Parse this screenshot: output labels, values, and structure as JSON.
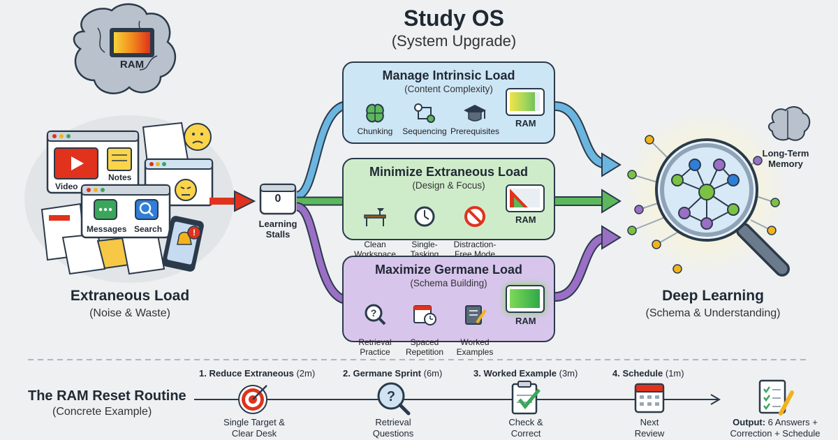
{
  "header": {
    "title": "Study OS",
    "subtitle": "(System Upgrade)"
  },
  "left": {
    "brain_label": "RAM",
    "windows": {
      "video": "Video",
      "notes": "Notes",
      "messages": "Messages",
      "search": "Search"
    },
    "title": "Extraneous Load",
    "subtitle": "(Noise & Waste)"
  },
  "stall": {
    "counter": "0",
    "label_line1": "Learning",
    "label_line2": "Stalls"
  },
  "boxes": {
    "intrinsic": {
      "title": "Manage Intrinsic Load",
      "subtitle": "(Content Complexity)",
      "items": [
        {
          "label": "Chunking",
          "icon": "brain-grid-icon"
        },
        {
          "label": "Sequencing",
          "icon": "sequence-icon"
        },
        {
          "label": "Prerequisites",
          "icon": "graduation-cap-icon"
        }
      ],
      "ram": "RAM"
    },
    "extraneous": {
      "title": "Minimize Extraneous Load",
      "subtitle": "(Design & Focus)",
      "items": [
        {
          "label": "Clean\nWorkspace",
          "icon": "desk-icon"
        },
        {
          "label": "Single-\nTasking",
          "icon": "clock-icon"
        },
        {
          "label": "Distraction-\nFree Mode",
          "icon": "no-entry-icon"
        }
      ],
      "ram": "RAM"
    },
    "germane": {
      "title": "Maximize Germane Load",
      "subtitle": "(Schema Building)",
      "items": [
        {
          "label": "Retrieval\nPractice",
          "icon": "question-magnifier-icon"
        },
        {
          "label": "Spaced\nRepetition",
          "icon": "calendar-clock-icon"
        },
        {
          "label": "Worked\nExamples",
          "icon": "notebook-pen-icon"
        }
      ],
      "ram": "RAM"
    }
  },
  "right": {
    "memory_line1": "Long-Term",
    "memory_line2": "Memory",
    "title": "Deep Learning",
    "subtitle": "(Schema & Understanding)"
  },
  "routine": {
    "title": "The RAM Reset Routine",
    "subtitle": "(Concrete Example)",
    "steps": [
      {
        "head": "1. Reduce Extraneous",
        "time": "(2m)",
        "cap1": "Single Target &",
        "cap2": "Clear Desk",
        "icon": "target-icon"
      },
      {
        "head": "2. Germane Sprint",
        "time": "(6m)",
        "cap1": "Retrieval",
        "cap2": "Questions",
        "icon": "question-magnifier-icon"
      },
      {
        "head": "3. Worked Example",
        "time": "(3m)",
        "cap1": "Check &",
        "cap2": "Correct",
        "icon": "clipboard-check-icon"
      },
      {
        "head": "4. Schedule",
        "time": "(1m)",
        "cap1": "Next",
        "cap2": "Review",
        "icon": "calendar-icon"
      }
    ],
    "output": {
      "label": "Output:",
      "line1": " 6 Answers +",
      "line2": "Correction + Schedule",
      "icon": "checklist-pen-icon"
    }
  }
}
